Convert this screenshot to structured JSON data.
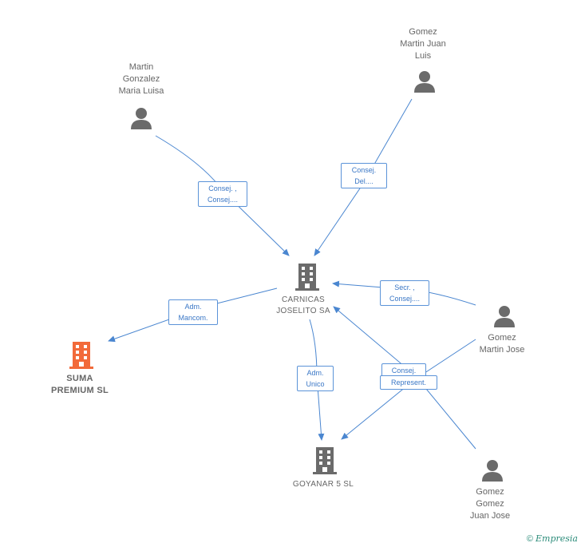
{
  "people": [
    {
      "id": "martin-gonzalez",
      "name": "Martin\nGonzalez\nMaria Luisa"
    },
    {
      "id": "gomez-martin-juan-luis",
      "name": "Gomez\nMartin Juan\nLuis"
    },
    {
      "id": "gomez-martin-jose",
      "name": "Gomez\nMartin Jose"
    },
    {
      "id": "gomez-gomez-juan-jose",
      "name": "Gomez\nGomez\nJuan Jose"
    }
  ],
  "companies": [
    {
      "id": "carnicas",
      "name": "CARNICAS\nJOSELITO SA",
      "color": "#6b6b6b"
    },
    {
      "id": "suma",
      "name": "SUMA\nPREMIUM SL",
      "color": "#f26a3a"
    },
    {
      "id": "goyanar",
      "name": "GOYANAR 5  SL",
      "color": "#6b6b6b"
    }
  ],
  "edges": [
    {
      "id": "e1",
      "label": "Consej. ,\nConsej...."
    },
    {
      "id": "e2",
      "label": "Consej.\nDel...."
    },
    {
      "id": "e3",
      "label": "Adm.\nMancom."
    },
    {
      "id": "e4",
      "label": "Secr. ,\nConsej...."
    },
    {
      "id": "e5",
      "label": "Adm.\nUnico"
    },
    {
      "id": "e6",
      "label": "Consej."
    },
    {
      "id": "e7",
      "label": "Represent."
    }
  ],
  "footer": {
    "copyright": "©",
    "brand": "Empresia"
  },
  "colors": {
    "edge": "#4a86d0",
    "person": "#6b6b6b",
    "company": "#6b6b6b",
    "highlight": "#f26a3a"
  }
}
